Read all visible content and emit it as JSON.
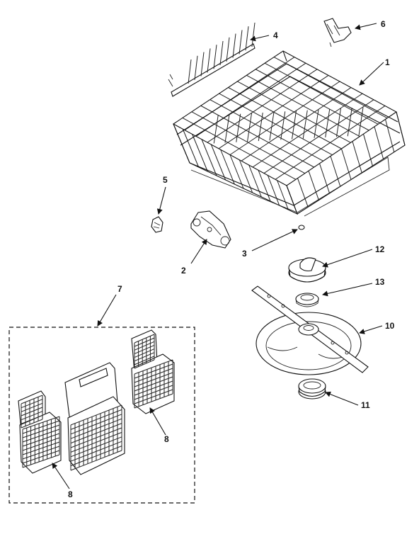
{
  "callouts": {
    "c1": "1",
    "c2": "2",
    "c3": "3",
    "c4": "4",
    "c5": "5",
    "c6": "6",
    "c7": "7",
    "c8a": "8",
    "c8b": "8",
    "c10": "10",
    "c11": "11",
    "c12": "12",
    "c13": "13"
  }
}
